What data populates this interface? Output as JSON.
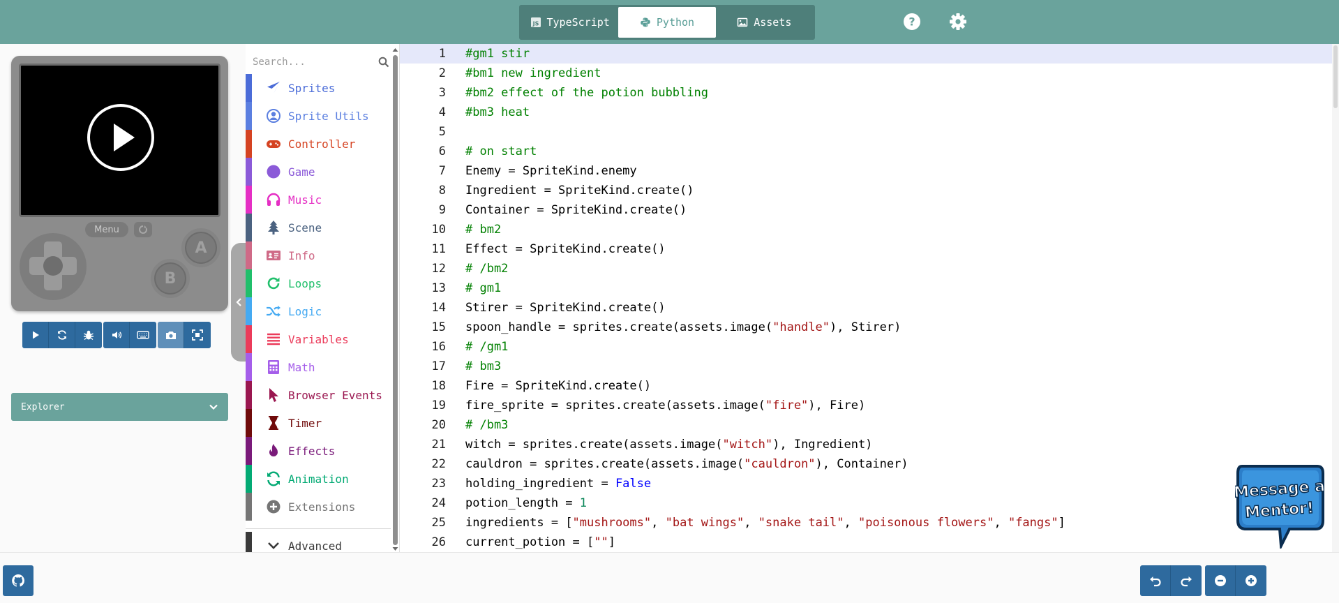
{
  "header": {
    "tabs": [
      {
        "label": "TypeScript",
        "icon": "typescript-icon",
        "active": false
      },
      {
        "label": "Python",
        "icon": "python-icon",
        "active": true
      },
      {
        "label": "Assets",
        "icon": "image-icon",
        "active": false
      }
    ],
    "help_icon": "question-circle-icon",
    "settings_icon": "gear-icon"
  },
  "simulator": {
    "menu_label": "Menu",
    "button_a": "A",
    "button_b": "B",
    "toolbar_icons": [
      "play-icon",
      "restart-icon",
      "bug-icon",
      "volume-icon",
      "keyboard-icon",
      "camera-icon",
      "fullscreen-icon"
    ]
  },
  "explorer": {
    "label": "Explorer"
  },
  "toolbox": {
    "search_placeholder": "Search...",
    "categories": [
      {
        "label": "Sprites",
        "icon": "paper-plane-icon",
        "color": "#4b6cd8"
      },
      {
        "label": "Sprite Utils",
        "icon": "user-circle-icon",
        "color": "#5b7fe0"
      },
      {
        "label": "Controller",
        "icon": "gamepad-icon",
        "color": "#d54322"
      },
      {
        "label": "Game",
        "icon": "circle-icon",
        "color": "#8b5ad8"
      },
      {
        "label": "Music",
        "icon": "headphones-icon",
        "color": "#e52fc4"
      },
      {
        "label": "Scene",
        "icon": "tree-icon",
        "color": "#4b6280"
      },
      {
        "label": "Info",
        "icon": "id-card-icon",
        "color": "#cf6a87"
      },
      {
        "label": "Loops",
        "icon": "refresh-icon",
        "color": "#20bf6b"
      },
      {
        "label": "Logic",
        "icon": "shuffle-icon",
        "color": "#45aaf2"
      },
      {
        "label": "Variables",
        "icon": "list-icon",
        "color": "#eb3b5a"
      },
      {
        "label": "Math",
        "icon": "calculator-icon",
        "color": "#a55eea"
      },
      {
        "label": "Browser Events",
        "icon": "cursor-icon",
        "color": "#9a1750"
      },
      {
        "label": "Timer",
        "icon": "hourglass-icon",
        "color": "#700b0b"
      },
      {
        "label": "Effects",
        "icon": "fire-icon",
        "color": "#7a1a7a"
      },
      {
        "label": "Animation",
        "icon": "refresh-icon",
        "color": "#03aa74"
      },
      {
        "label": "Extensions",
        "icon": "plus-circle-icon",
        "color": "#757575"
      }
    ],
    "advanced": {
      "label": "Advanced",
      "icon": "chevron-down-icon"
    }
  },
  "editor": {
    "current_line": 1,
    "lines": [
      [
        {
          "t": "#gm1 stir",
          "c": "comment"
        }
      ],
      [
        {
          "t": "#bm1 new ingredient",
          "c": "comment"
        }
      ],
      [
        {
          "t": "#bm2 effect of the potion bubbling",
          "c": "comment"
        }
      ],
      [
        {
          "t": "#bm3 heat",
          "c": "comment"
        }
      ],
      [],
      [
        {
          "t": "# on start",
          "c": "comment"
        }
      ],
      [
        {
          "t": "Enemy = SpriteKind.enemy",
          "c": ""
        }
      ],
      [
        {
          "t": "Ingredient = SpriteKind.create()",
          "c": ""
        }
      ],
      [
        {
          "t": "Container = SpriteKind.create()",
          "c": ""
        }
      ],
      [
        {
          "t": "# bm2",
          "c": "comment"
        }
      ],
      [
        {
          "t": "Effect = SpriteKind.create()",
          "c": ""
        }
      ],
      [
        {
          "t": "# /bm2",
          "c": "comment"
        }
      ],
      [
        {
          "t": "# gm1",
          "c": "comment"
        }
      ],
      [
        {
          "t": "Stirer = SpriteKind.create()",
          "c": ""
        }
      ],
      [
        {
          "t": "spoon_handle = sprites.create(assets.image(",
          "c": ""
        },
        {
          "t": "\"handle\"",
          "c": "str"
        },
        {
          "t": "), Stirer)",
          "c": ""
        }
      ],
      [
        {
          "t": "# /gm1",
          "c": "comment"
        }
      ],
      [
        {
          "t": "# bm3",
          "c": "comment"
        }
      ],
      [
        {
          "t": "Fire = SpriteKind.create()",
          "c": ""
        }
      ],
      [
        {
          "t": "fire_sprite = sprites.create(assets.image(",
          "c": ""
        },
        {
          "t": "\"fire\"",
          "c": "str"
        },
        {
          "t": "), Fire)",
          "c": ""
        }
      ],
      [
        {
          "t": "# /bm3",
          "c": "comment"
        }
      ],
      [
        {
          "t": "witch = sprites.create(assets.image(",
          "c": ""
        },
        {
          "t": "\"witch\"",
          "c": "str"
        },
        {
          "t": "), Ingredient)",
          "c": ""
        }
      ],
      [
        {
          "t": "cauldron = sprites.create(assets.image(",
          "c": ""
        },
        {
          "t": "\"cauldron\"",
          "c": "str"
        },
        {
          "t": "), Container)",
          "c": ""
        }
      ],
      [
        {
          "t": "holding_ingredient = ",
          "c": ""
        },
        {
          "t": "False",
          "c": "kw"
        }
      ],
      [
        {
          "t": "potion_length = ",
          "c": ""
        },
        {
          "t": "1",
          "c": "num"
        }
      ],
      [
        {
          "t": "ingredients = [",
          "c": ""
        },
        {
          "t": "\"mushrooms\"",
          "c": "str"
        },
        {
          "t": ", ",
          "c": ""
        },
        {
          "t": "\"bat wings\"",
          "c": "str"
        },
        {
          "t": ", ",
          "c": ""
        },
        {
          "t": "\"snake tail\"",
          "c": "str"
        },
        {
          "t": ", ",
          "c": ""
        },
        {
          "t": "\"poisonous flowers\"",
          "c": "str"
        },
        {
          "t": ", ",
          "c": ""
        },
        {
          "t": "\"fangs\"",
          "c": "str"
        },
        {
          "t": "]",
          "c": ""
        }
      ],
      [
        {
          "t": "current_potion = [",
          "c": ""
        },
        {
          "t": "\"\"",
          "c": "str"
        },
        {
          "t": "]",
          "c": ""
        }
      ]
    ]
  },
  "mentor": {
    "line1": "Message a",
    "line2": "Mentor!"
  },
  "bottom": {
    "github_icon": "github-icon",
    "undo_icon": "undo-icon",
    "redo_icon": "redo-icon",
    "zoom_out_icon": "minus-circle-icon",
    "zoom_in_icon": "plus-circle-icon"
  }
}
